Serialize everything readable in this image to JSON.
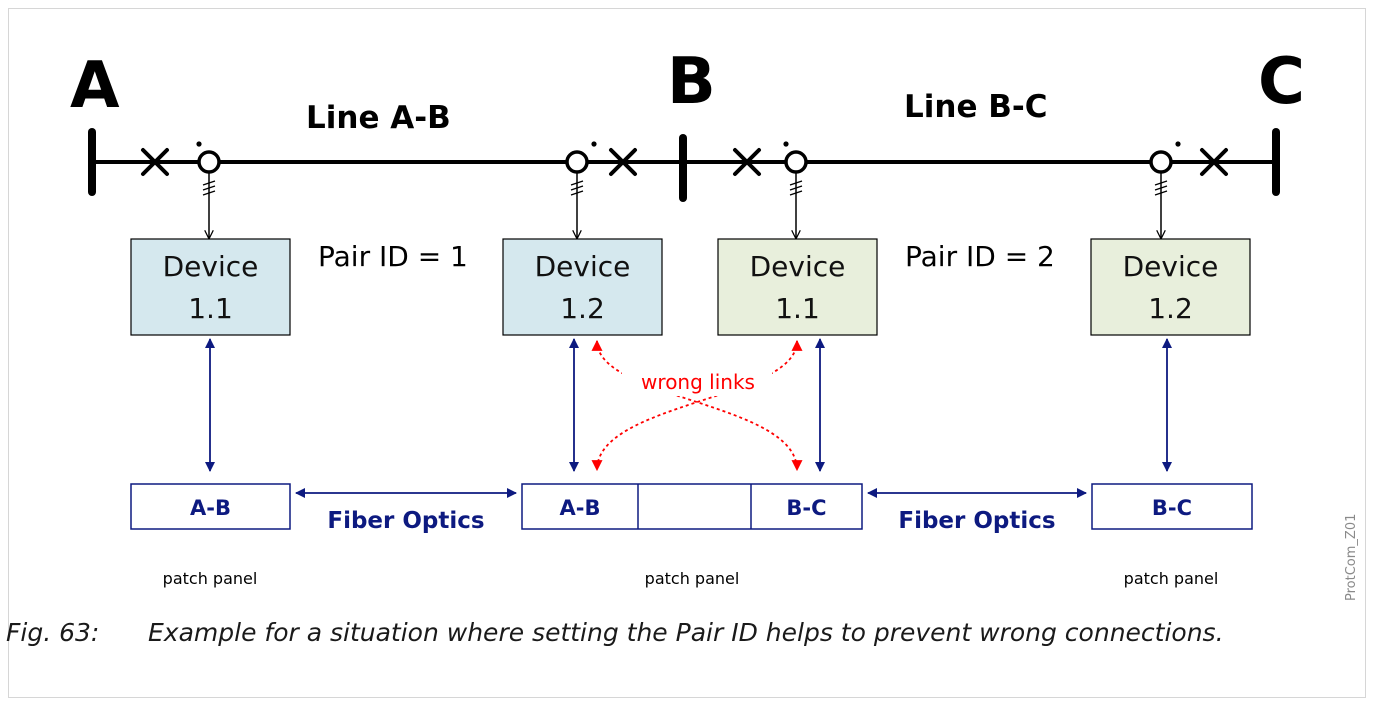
{
  "buses": [
    "A",
    "B",
    "C"
  ],
  "lines": [
    "Line A-B",
    "Line B-C"
  ],
  "pair_ids": [
    "Pair ID = 1",
    "Pair ID = 2"
  ],
  "devices": [
    {
      "line1": "Device",
      "line2": "1.1",
      "fill": "#d5e8ee"
    },
    {
      "line1": "Device",
      "line2": "1.2",
      "fill": "#d5e8ee"
    },
    {
      "line1": "Device",
      "line2": "1.1",
      "fill": "#e8efdc"
    },
    {
      "line1": "Device",
      "line2": "1.2",
      "fill": "#e8efdc"
    }
  ],
  "patch_panels": {
    "left": "A-B",
    "middle_left": "A-B",
    "middle_right": "B-C",
    "right": "B-C",
    "label": "patch panel"
  },
  "fiber_optics": "Fiber Optics",
  "wrong_links": "wrong links",
  "side_label": "ProtCom_Z01",
  "caption": {
    "number": "Fig. 63:",
    "text": "Example for a situation where setting the Pair ID helps to prevent wrong connections."
  },
  "colors": {
    "link": "#0d1a80",
    "wrong": "#ff0000",
    "panel_border": "#0d1a80"
  }
}
